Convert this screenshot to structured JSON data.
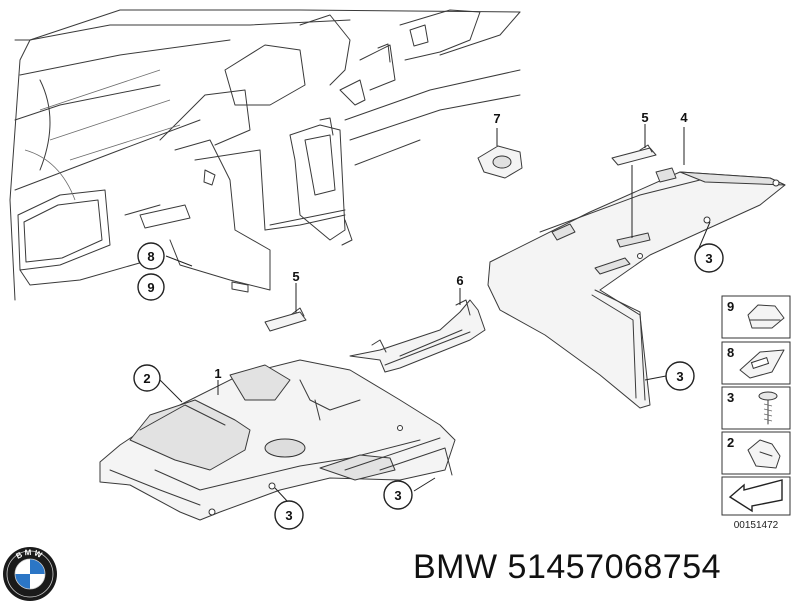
{
  "callouts": {
    "c1": "1",
    "c2": "2",
    "c3a": "3",
    "c3b": "3",
    "c3c": "3",
    "c3d": "3",
    "c4": "4",
    "c5a": "5",
    "c5b": "5",
    "c6": "6",
    "c7": "7",
    "c8": "8",
    "c9": "9"
  },
  "legend": {
    "items": [
      "9",
      "8",
      "3",
      "2"
    ]
  },
  "diagram_code": "00151472",
  "footer": {
    "brand": "BMW",
    "part_number": "51457068754",
    "text": "BMW 51457068754"
  },
  "logo": {
    "text": "BMW"
  },
  "colors": {
    "line": "#3a3a3a",
    "part_fill": "#f4f4f4",
    "logo_blue": "#2b76c6"
  }
}
